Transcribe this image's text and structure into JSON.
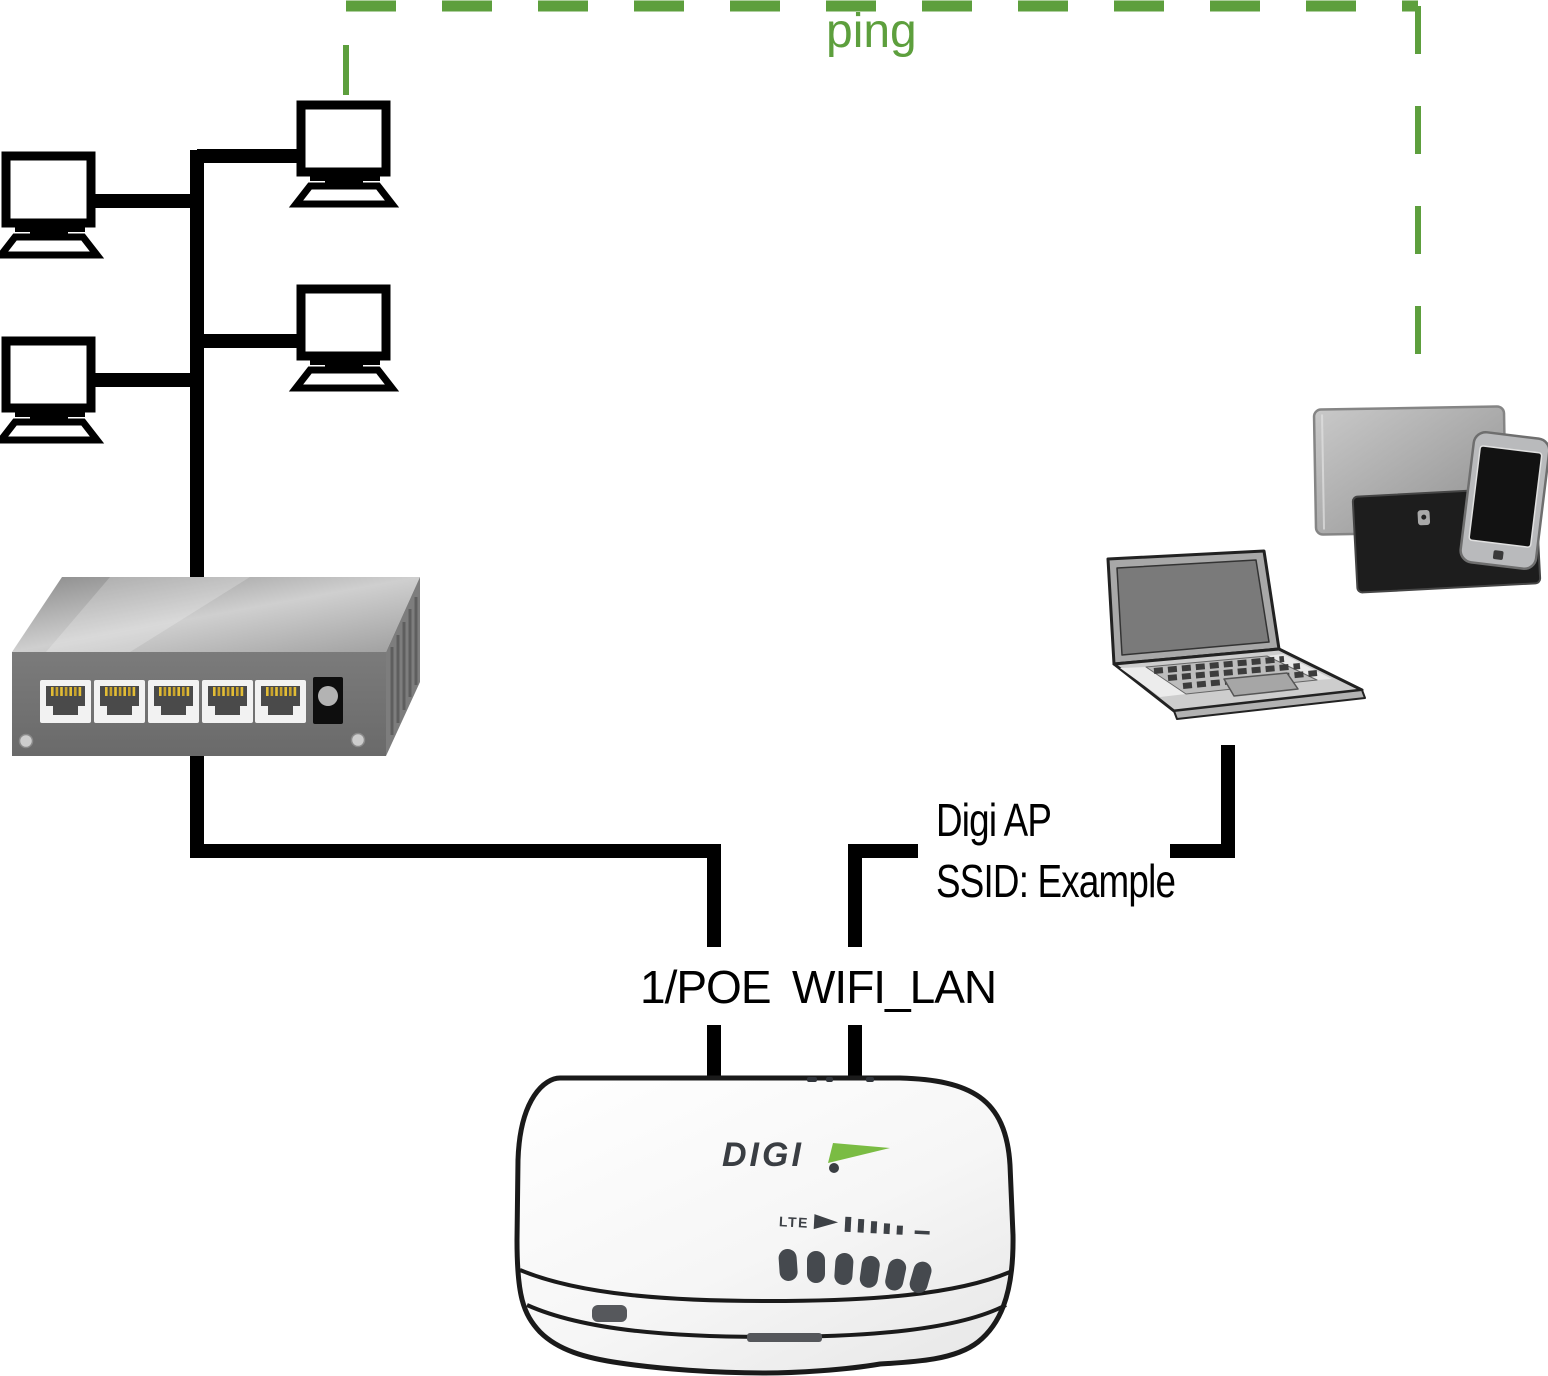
{
  "connection_labels": {
    "ping": "ping",
    "ap_line1": "Digi AP",
    "ap_line2": "SSID: Example",
    "port_poe": "1/POE",
    "port_wifi": "WIFI_LAN"
  },
  "ap_device": {
    "brand": "DIGI",
    "signal_label": "LTE"
  },
  "colors": {
    "ping_green": "#5d9f3d",
    "digi_green": "#7abc43",
    "line_black": "#000000",
    "logo_gray": "#3a3e43"
  },
  "icons": {
    "workstation_count": 4,
    "names": [
      "workstation-icon",
      "ethernet-switch-icon",
      "laptop-icon",
      "tablet-back-icon",
      "tablet-front-icon",
      "smartphone-icon",
      "access-point-icon"
    ]
  }
}
